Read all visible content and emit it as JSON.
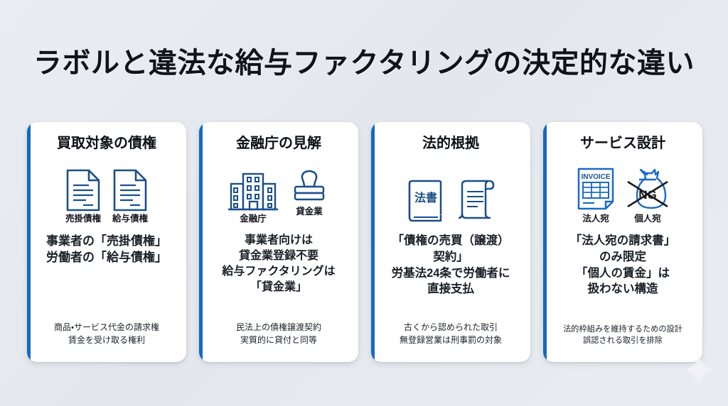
{
  "title": "ラボルと違法な給与ファクタリングの決定的な違い",
  "theme": {
    "accent": "#1668c4",
    "icon_stroke": "#1a4f8a",
    "background": "#e6eaee",
    "text": "#10131a"
  },
  "cards": [
    {
      "title": "買取対象の債権",
      "icons": [
        {
          "name": "document-icon",
          "label": "売掛債権"
        },
        {
          "name": "document-icon",
          "label": "給与債権"
        }
      ],
      "body": [
        "事業者の「売掛債権」",
        "労働者の「給与債権」"
      ],
      "note": [
        "商品・サービス代金の請求権",
        "賃金を受け取る権利"
      ]
    },
    {
      "title": "金融庁の見解",
      "icons": [
        {
          "name": "government-building-icon",
          "label": "金融庁"
        },
        {
          "name": "rubber-stamp-icon",
          "label": "貸金業"
        }
      ],
      "body": [
        "事業者向けは",
        "貸金業登録不要",
        "給与ファクタリングは",
        "「貸金業」"
      ],
      "note": [
        "民法上の債権譲渡契約",
        "実質的に貸付と同等"
      ]
    },
    {
      "title": "法的根拠",
      "icons": [
        {
          "name": "law-book-icon",
          "label": "",
          "cover_text": "法書"
        },
        {
          "name": "scroll-document-icon",
          "label": ""
        }
      ],
      "body": [
        "「債権の売買（譲渡）",
        "契約」",
        "労基法24条で労働者に",
        "直接支払"
      ],
      "note": [
        "古くから認められた取引",
        "無登録営業は刑事罰の対象"
      ]
    },
    {
      "title": "サービス設計",
      "icons": [
        {
          "name": "invoice-icon",
          "label": "法人宛",
          "doc_text": "INVOICE"
        },
        {
          "name": "money-bag-ng-icon",
          "label": "個人宛",
          "badge_text": "NG"
        }
      ],
      "body": [
        "「法人宛の請求書」",
        "のみ限定",
        "「個人の賃金」は",
        "扱わない構造"
      ],
      "note": [
        "法的枠組みを維持するための設計",
        "誤認される取引を排除"
      ]
    }
  ],
  "decoration": {
    "sparkle": "sparkle-icon"
  }
}
